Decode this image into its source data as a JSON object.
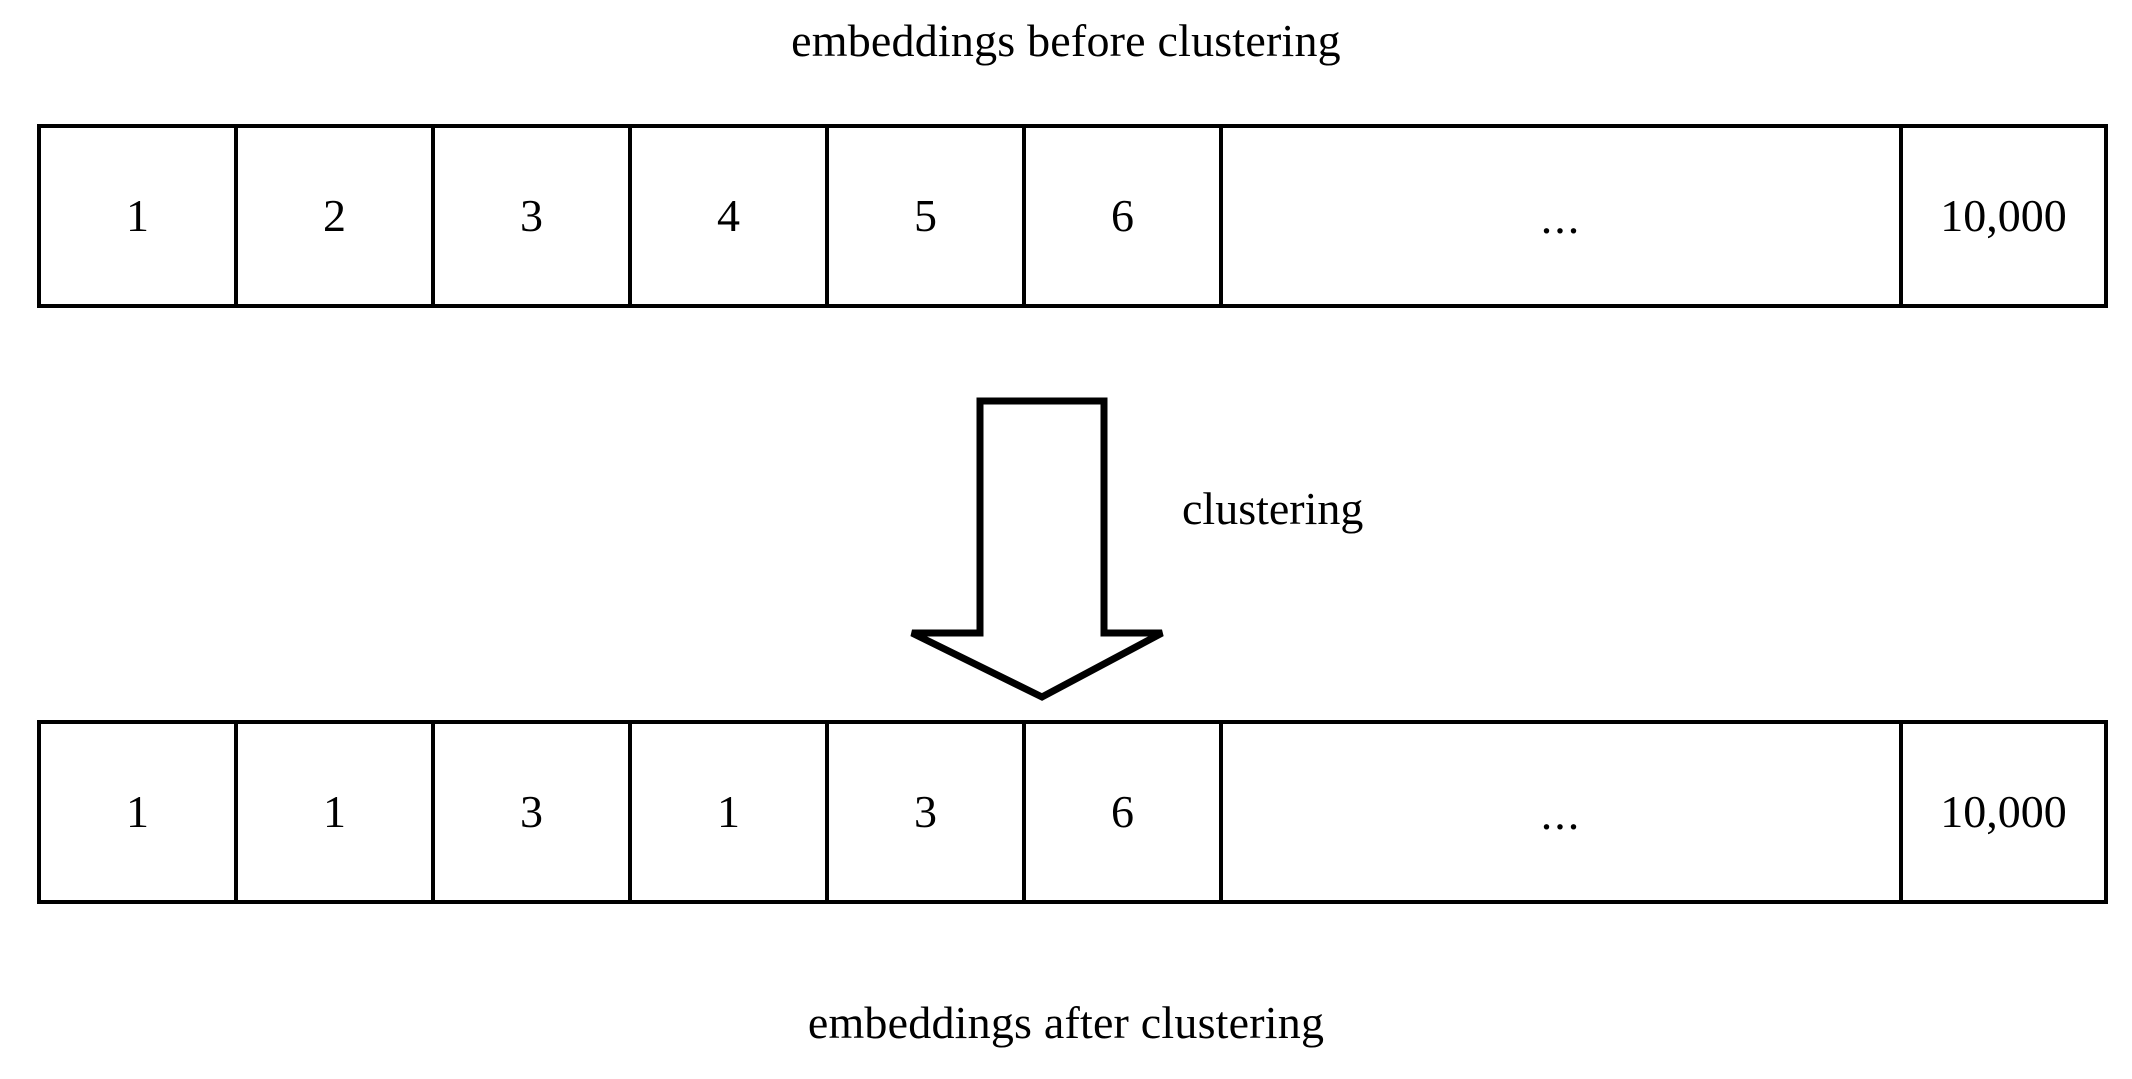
{
  "figure": {
    "background_color": "#ffffff",
    "stroke_color": "#000000",
    "caption_top": "embeddings before clustering",
    "caption_bottom": "embeddings after clustering",
    "arrow_label": "clustering"
  },
  "strip_before": {
    "name": "embeddings before clustering",
    "cells": [
      {
        "value": "1"
      },
      {
        "value": "2"
      },
      {
        "value": "3"
      },
      {
        "value": "4"
      },
      {
        "value": "5"
      },
      {
        "value": "6"
      },
      {
        "value": "..."
      },
      {
        "value": "10,000"
      }
    ]
  },
  "strip_after": {
    "name": "embeddings after clustering",
    "cells": [
      {
        "value": "1"
      },
      {
        "value": "1"
      },
      {
        "value": "3"
      },
      {
        "value": "1"
      },
      {
        "value": "3"
      },
      {
        "value": "6"
      },
      {
        "value": "..."
      },
      {
        "value": "10,000"
      }
    ]
  }
}
